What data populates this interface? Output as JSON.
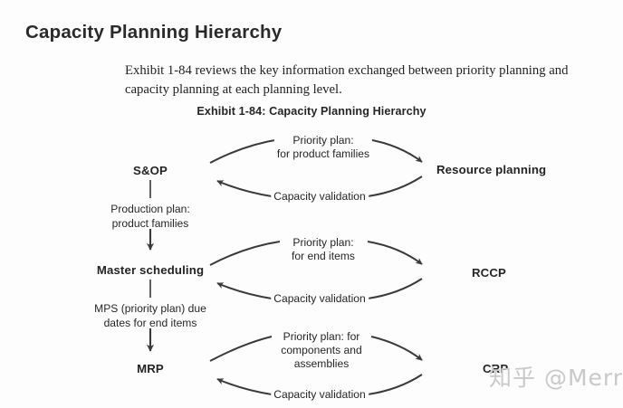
{
  "document": {
    "title": "Capacity Planning Hierarchy",
    "intro_paragraph": "Exhibit 1-84 reviews the key information exchanged between priority planning and capacity planning at each planning level.",
    "exhibit_caption": "Exhibit 1-84: Capacity Planning Hierarchy"
  },
  "diagram": {
    "type": "flow-hierarchy",
    "priority_nodes": [
      {
        "id": "sop",
        "label": "S&OP"
      },
      {
        "id": "master-scheduling",
        "label": "Master scheduling"
      },
      {
        "id": "mrp",
        "label": "MRP"
      }
    ],
    "capacity_nodes": [
      {
        "id": "resource-planning",
        "label": "Resource planning"
      },
      {
        "id": "rccp",
        "label": "RCCP"
      },
      {
        "id": "crp",
        "label": "CRP"
      }
    ],
    "chain_links": [
      {
        "id": "sop-to-ms",
        "from": "sop",
        "to": "master-scheduling",
        "line1": "Production plan:",
        "line2": "product families"
      },
      {
        "id": "ms-to-mrp",
        "from": "master-scheduling",
        "to": "mrp",
        "line1": "MPS (priority plan) due",
        "line2": "dates for end items"
      }
    ],
    "loops": [
      {
        "id": "loop-sop",
        "left_node": "sop",
        "right_node": "resource-planning",
        "forward_line1": "Priority plan:",
        "forward_line2": "for product families",
        "forward_line3": "",
        "return_label": "Capacity validation"
      },
      {
        "id": "loop-ms",
        "left_node": "master-scheduling",
        "right_node": "rccp",
        "forward_line1": "Priority plan:",
        "forward_line2": "for end items",
        "forward_line3": "",
        "return_label": "Capacity validation"
      },
      {
        "id": "loop-mrp",
        "left_node": "mrp",
        "right_node": "crp",
        "forward_line1": "Priority plan: for",
        "forward_line2": "components and",
        "forward_line3": "assemblies",
        "return_label": "Capacity validation"
      }
    ]
  },
  "watermark": {
    "text": "知乎 @Merry"
  },
  "colors": {
    "background": "#fdfdfd",
    "ink": "#2b2b2b",
    "stroke": "#3a3a3a",
    "watermark": "#c9c9c9"
  }
}
